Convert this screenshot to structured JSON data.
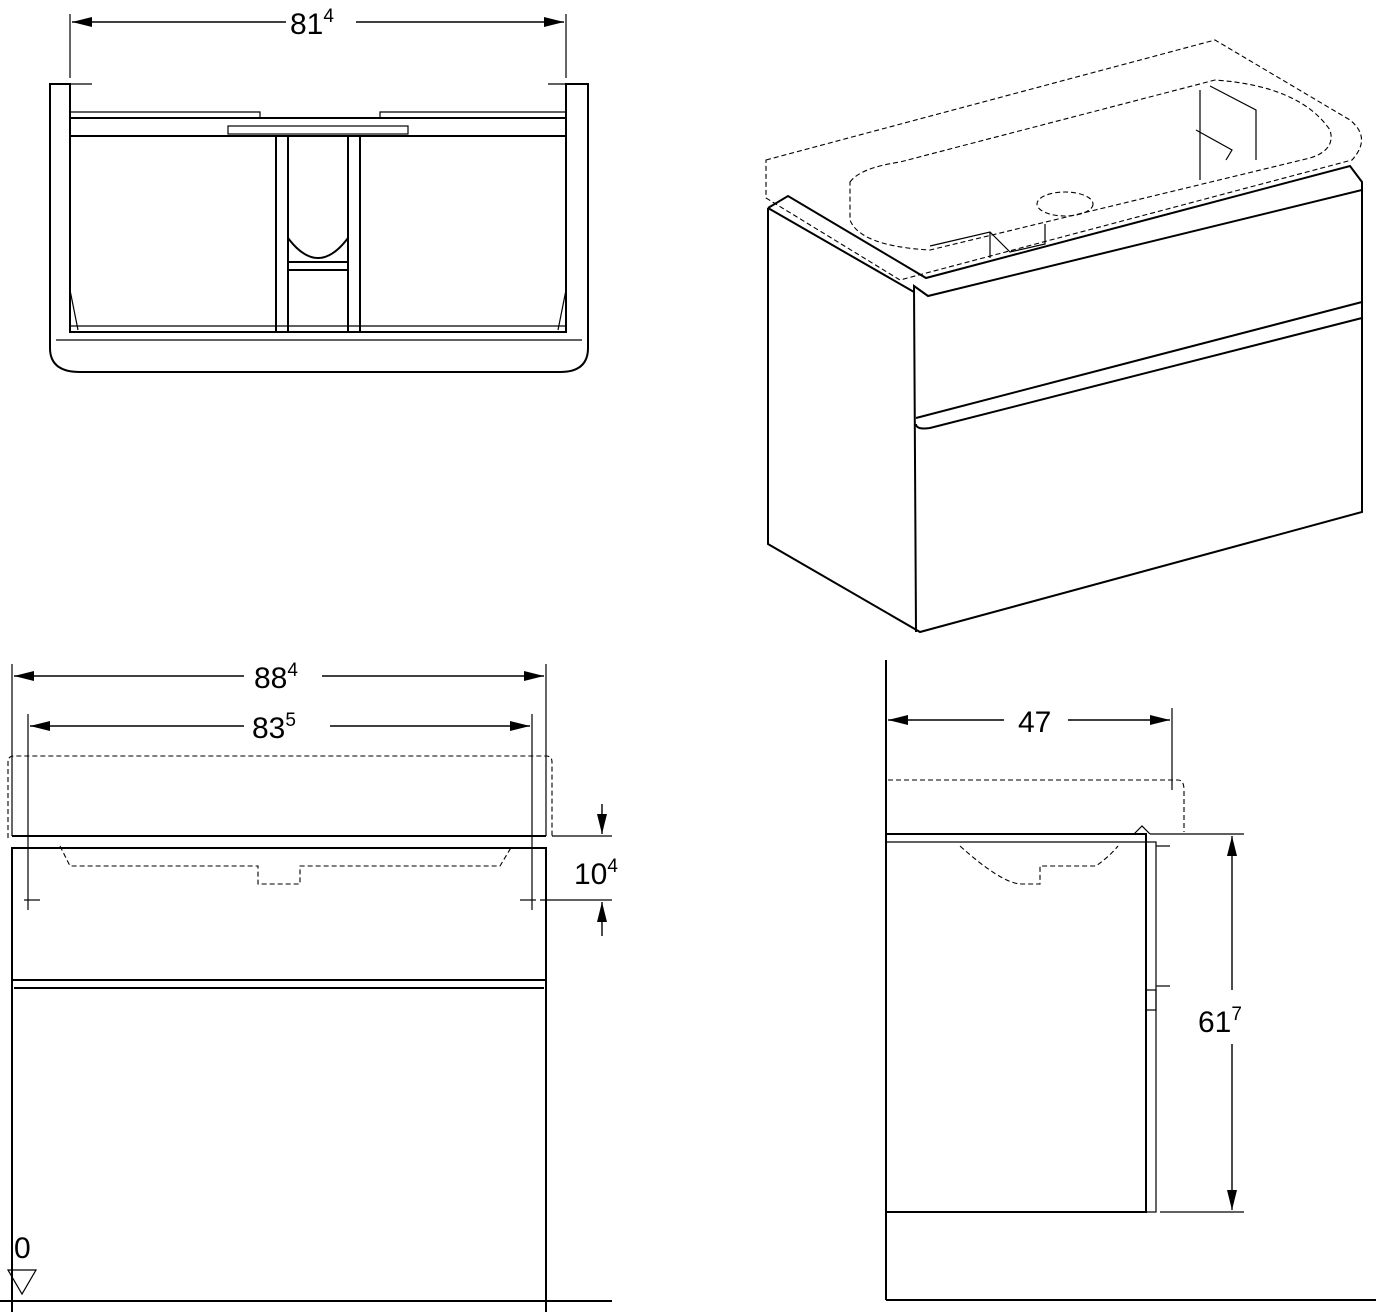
{
  "dimensions": {
    "top_width": {
      "main": "81",
      "sup": "4"
    },
    "front_overall": {
      "main": "88",
      "sup": "4"
    },
    "front_inner": {
      "main": "83",
      "sup": "5"
    },
    "basin_height": {
      "main": "10",
      "sup": "4"
    },
    "side_depth": {
      "main": "47",
      "sup": ""
    },
    "side_height": {
      "main": "61",
      "sup": "7"
    }
  },
  "floor_level": {
    "label": "0"
  }
}
